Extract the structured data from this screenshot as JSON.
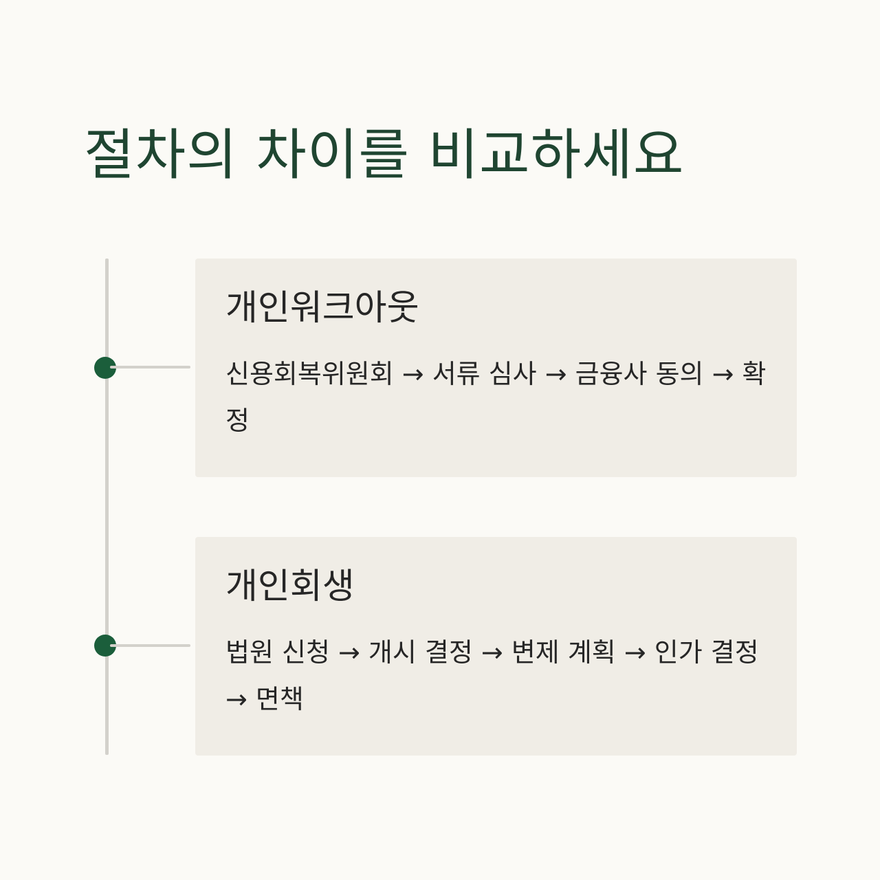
{
  "title": "절차의 차이를 비교하세요",
  "colors": {
    "background": "#fbfaf6",
    "title": "#1f4531",
    "node": "#1b5e3b",
    "line": "#d3d1cb",
    "card": "#f0ede6",
    "text": "#262626"
  },
  "cards": [
    {
      "heading": "개인워크아웃",
      "process": "신용회복위원회 → 서류 심사 → 금융사 동의 → 확정"
    },
    {
      "heading": "개인회생",
      "process": "법원 신청 → 개시 결정 → 변제 계획 → 인가 결정 → 면책"
    }
  ]
}
